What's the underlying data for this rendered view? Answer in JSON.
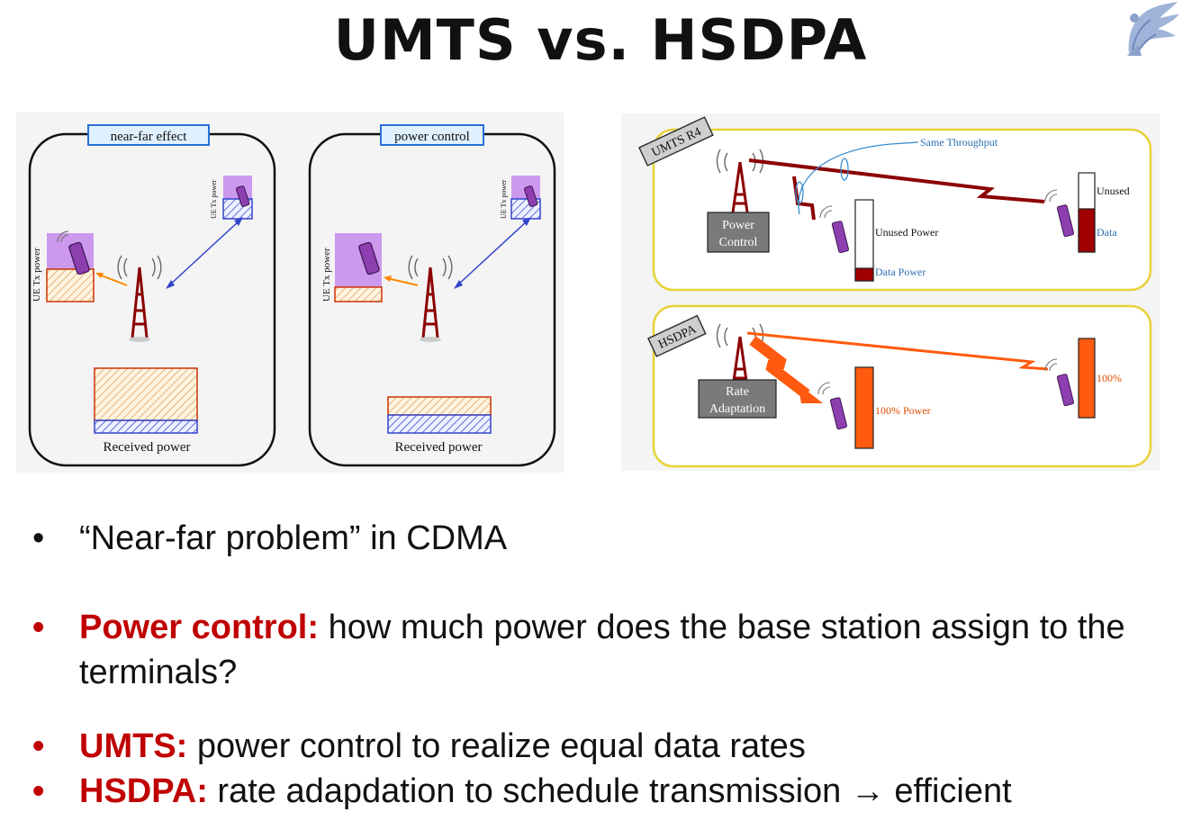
{
  "slide": {
    "title": "UMTS vs. HSDPA"
  },
  "left_figure": {
    "box1_label": "near-far effect",
    "box2_label": "power control",
    "ue_tx_power_label": "UE Tx power",
    "received_power_label": "Received power"
  },
  "right_figure": {
    "umts_tag": "UMTS R4",
    "same_throughput": "Same Throughput",
    "power_control_line1": "Power",
    "power_control_line2": "Control",
    "unused_power": "Unused Power",
    "data_power": "Data Power",
    "unused": "Unused",
    "data": "Data",
    "hsdpa_tag": "HSDPA",
    "rate_adaptation_line1": "Rate",
    "rate_adaptation_line2": "Adaptation",
    "hundred_power": "100% Power",
    "hundred": "100%"
  },
  "bullets": [
    {
      "lead": "",
      "text": "“Near-far problem” in CDMA"
    },
    {
      "lead": "Power control:",
      "text": " how much power does the base station assign to the terminals?"
    },
    {
      "lead": "UMTS:",
      "text": " power control to realize equal data rates"
    },
    {
      "lead": "HSDPA:",
      "text": " rate adapdation to schedule transmission → efficient"
    }
  ],
  "colors": {
    "accent_red": "#c00000",
    "tower_red": "#8b0000",
    "hsdpa_orange": "#ff5a0f",
    "frame_yellow": "#e8d23a",
    "link_blue": "#3344cc"
  }
}
